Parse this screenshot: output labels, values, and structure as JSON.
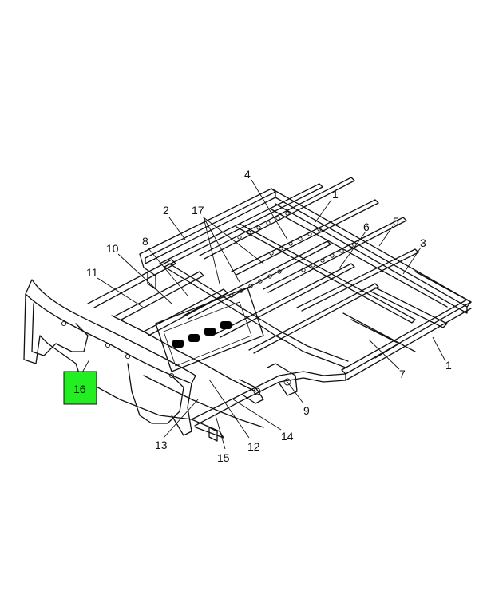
{
  "callouts": {
    "c1": "1",
    "c1b": "1",
    "c2": "2",
    "c3": "3",
    "c4": "4",
    "c5": "5",
    "c6": "6",
    "c7": "7",
    "c8": "8",
    "c9": "9",
    "c10": "10",
    "c11": "11",
    "c12": "12",
    "c13": "13",
    "c14": "14",
    "c15": "15",
    "c16": "16",
    "c17": "17"
  },
  "highlight": {
    "callout": "16",
    "color": "#22ee22"
  }
}
